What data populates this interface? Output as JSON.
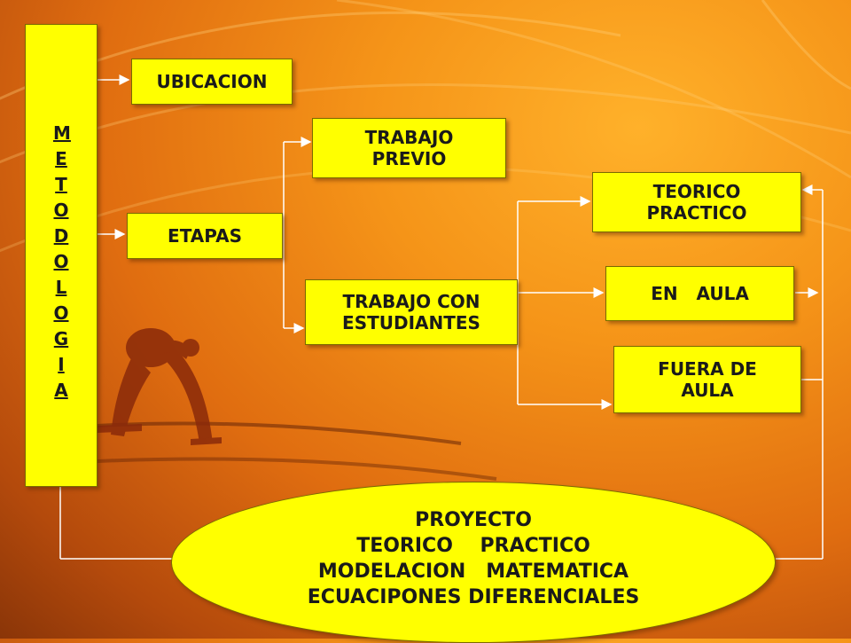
{
  "vertical_label": "METODOLOGIA",
  "boxes": {
    "ubicacion": "UBICACION",
    "etapas": "ETAPAS",
    "trabajo_previo": [
      "TRABAJO",
      "PREVIO"
    ],
    "trabajo_con": [
      "TRABAJO  CON",
      "ESTUDIANTES"
    ],
    "teorico_practico": [
      "TEORICO",
      "PRACTICO"
    ],
    "en_aula": "EN   AULA",
    "fuera_de_aula": [
      "FUERA DE",
      "AULA"
    ]
  },
  "ellipse": [
    "PROYECTO",
    "TEORICO    PRACTICO",
    "MODELACION   MATEMATICA",
    "ECUACIPONES DIFERENCIALES"
  ],
  "colors": {
    "box_fill": "#ffff00",
    "line": "#ffffff"
  }
}
